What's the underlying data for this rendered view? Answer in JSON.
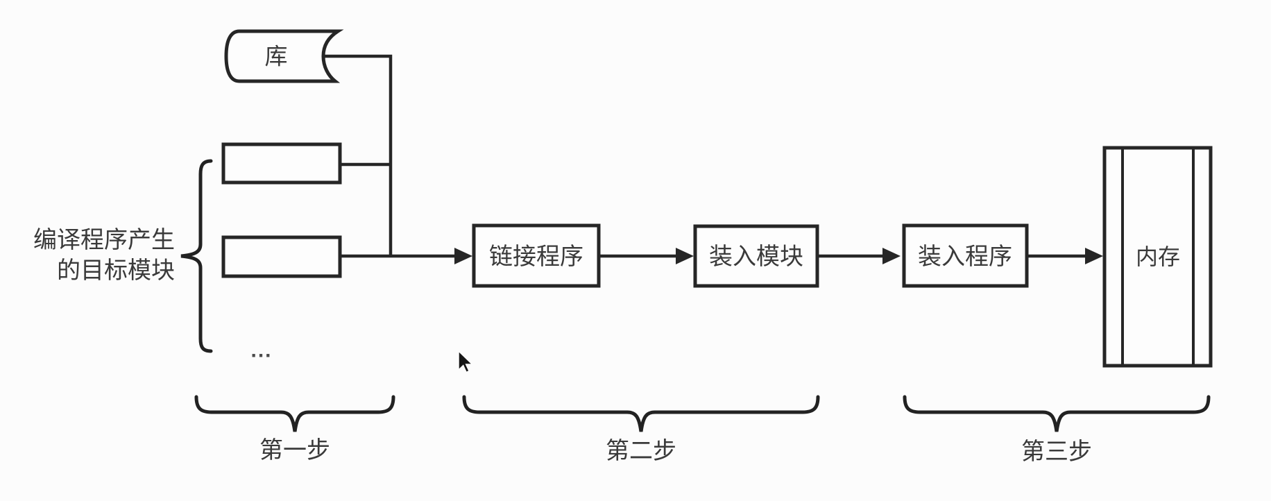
{
  "diagram": {
    "title_hint": "program linking and loading steps flowchart",
    "colors": {
      "background": "#fcfcfc",
      "stroke": "#262626",
      "text": "#3a3a3a"
    },
    "library": {
      "label": "库"
    },
    "source_label": {
      "line1": "编译程序产生",
      "line2": "的目标模块"
    },
    "ellipsis": "...",
    "process_nodes": [
      {
        "id": "linker",
        "label": "链接程序"
      },
      {
        "id": "load-module",
        "label": "装入模块"
      },
      {
        "id": "loader",
        "label": "装入程序"
      },
      {
        "id": "memory",
        "label": "内存"
      }
    ],
    "steps": [
      {
        "label": "第一步"
      },
      {
        "label": "第二步"
      },
      {
        "label": "第三步"
      }
    ]
  }
}
